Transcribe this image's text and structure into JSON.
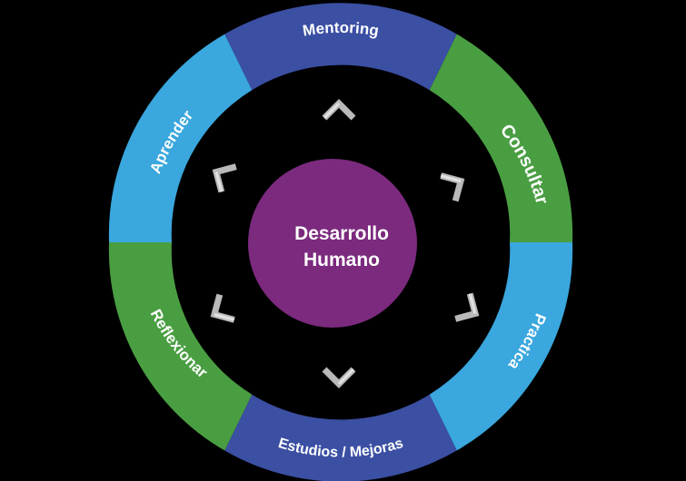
{
  "center": {
    "line1": "Desarrollo",
    "line2": "Humano",
    "color": "#7b2a7e"
  },
  "segments": [
    {
      "label": "Mentoring",
      "color": "#3b4fa3"
    },
    {
      "label": "Consultar",
      "color": "#4a9e42"
    },
    {
      "label": "Practica",
      "color": "#3aa7de"
    },
    {
      "label": "Estudios / Mejoras",
      "color": "#3b4fa3"
    },
    {
      "label": "Reflexionar",
      "color": "#4a9e42"
    },
    {
      "label": "Aprender",
      "color": "#3aa7de"
    }
  ],
  "arrow_color": "#b9b9b9",
  "arrow_icon": "chevron-icon"
}
